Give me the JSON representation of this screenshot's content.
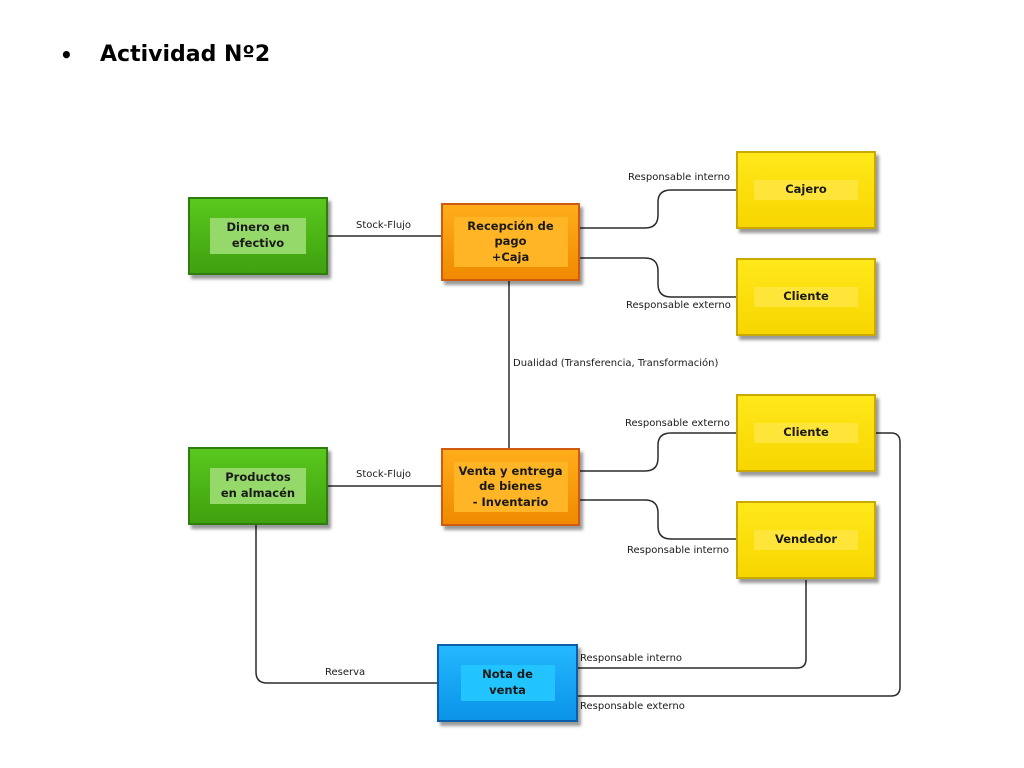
{
  "slide": {
    "bullet": "•",
    "title": "Actividad Nº2"
  },
  "nodes": {
    "dinero": "Dinero en\nefectivo",
    "recepcion": "Recepción de\npago\n+Caja",
    "cajero": "Cajero",
    "cliente_top": "Cliente",
    "productos": "Productos\nen almacén",
    "venta": "Venta y entrega\nde bienes\n- Inventario",
    "cliente_mid": "Cliente",
    "vendedor": "Vendedor",
    "nota": "Nota de venta"
  },
  "edges": {
    "stock_flujo_top": "Stock-Flujo",
    "resp_interno_cajero": "Responsable interno",
    "resp_externo_cliente_top": "Responsable externo",
    "dualidad": "Dualidad (Transferencia, Transformación)",
    "stock_flujo_bottom": "Stock-Flujo",
    "resp_externo_cliente_mid": "Responsable externo",
    "resp_interno_vendedor": "Responsable interno",
    "reserva": "Reserva",
    "resp_interno_nota": "Responsable interno",
    "resp_externo_nota": "Responsable externo"
  },
  "colors": {
    "resource": "#4cb517",
    "event": "#f59a0c",
    "agent": "#fbdd0a",
    "document": "#12a6f2",
    "connector": "#2b2b2b"
  }
}
